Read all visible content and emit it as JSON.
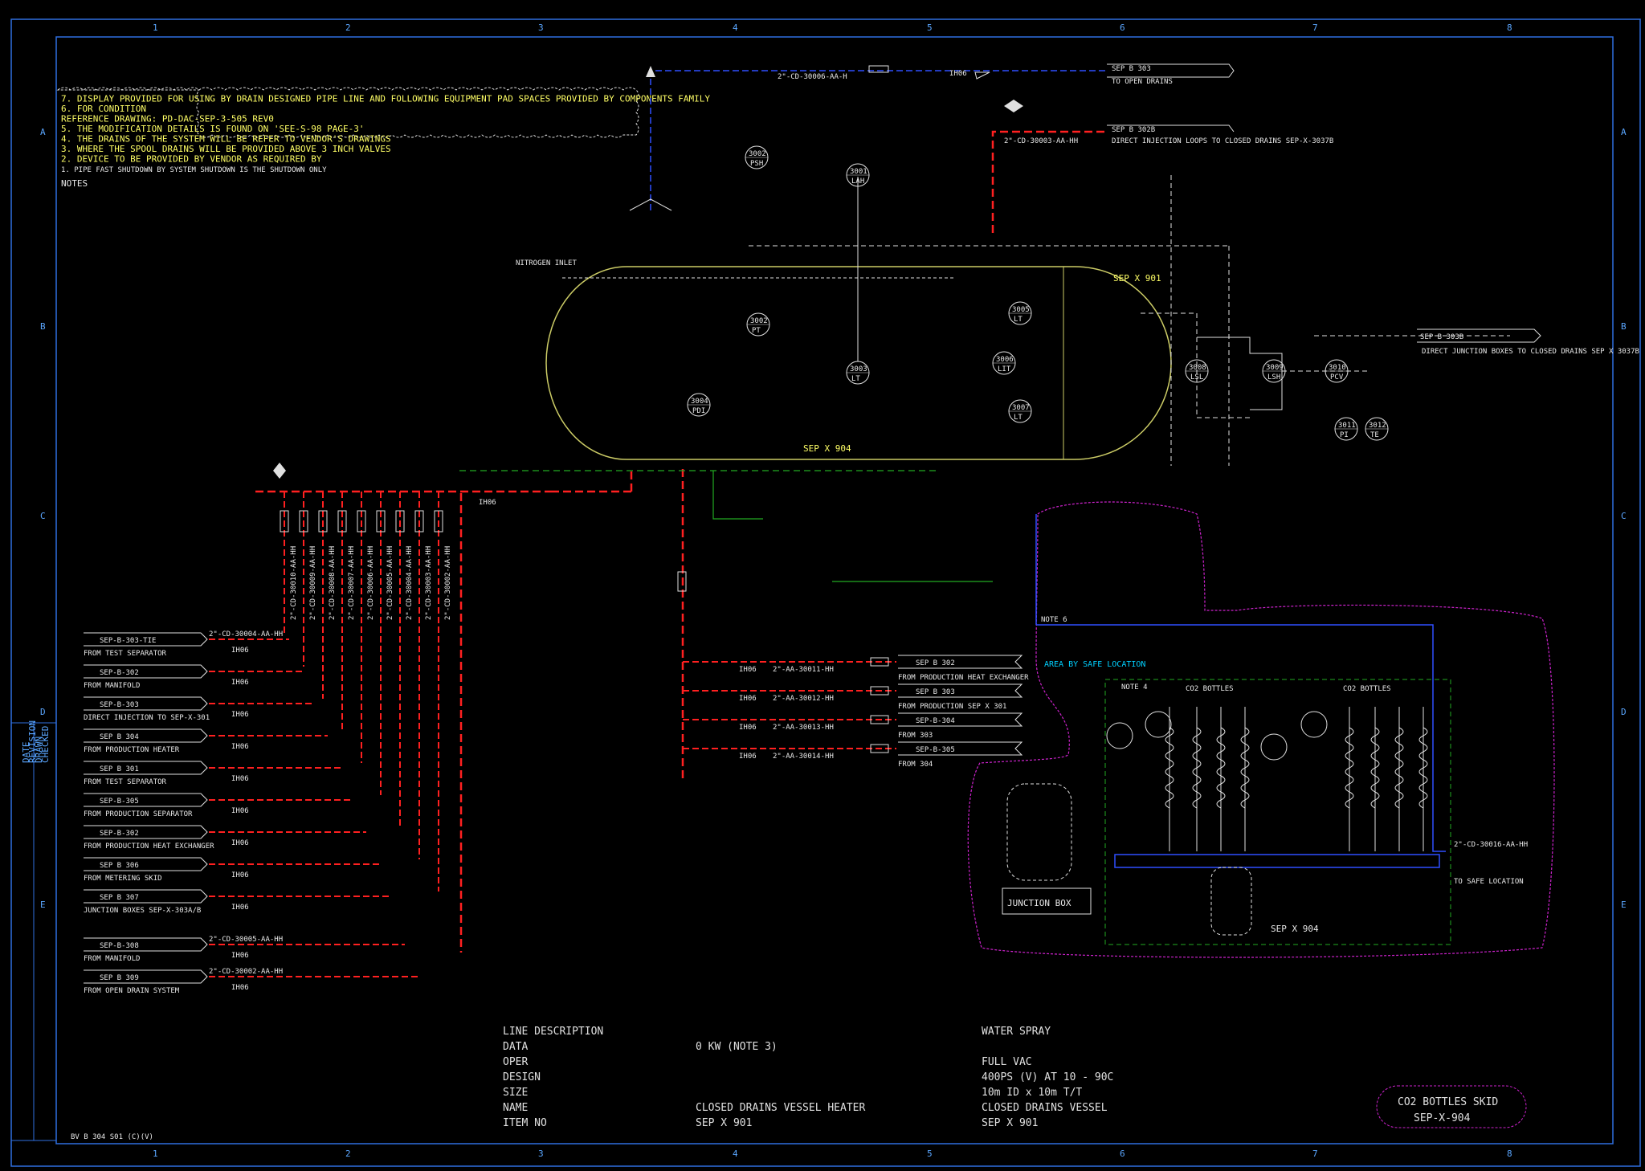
{
  "grid": {
    "columns": [
      "1",
      "2",
      "3",
      "4",
      "5",
      "6",
      "7",
      "8"
    ],
    "rows": [
      "A",
      "B",
      "C",
      "D",
      "E"
    ]
  },
  "notes": {
    "title": "NOTES",
    "lines": [
      "1. PIPE FAST SHUTDOWN BY SYSTEM SHUTDOWN IS THE SHUTDOWN ONLY",
      "2. DEVICE TO BE PROVIDED BY VENDOR AS REQUIRED BY",
      "3. WHERE THE SPOOL DRAINS WILL BE PROVIDED ABOVE 3 INCH VALVES",
      "4. THE DRAINS OF THE SYSTEM WILL BE REFER TO VENDOR'S DRAWINGS",
      "5. THE MODIFICATION DETAILS IS FOUND ON 'SEE-S-98 PAGE-3'",
      "   REFERENCE DRAWING: PD-DAC-SEP-3-505 REV0",
      "6. FOR CONDITION",
      "7. DISPLAY PROVIDED FOR USING BY DRAIN DESIGNED PIPE LINE AND FOLLOWING EQUIPMENT PAD SPACES PROVIDED BY COMPONENTS FAMILY"
    ]
  },
  "vessel": {
    "tag": "SEP X 904",
    "tag_top": "SEP X 901",
    "nozzle_label": "NITROGEN INLET"
  },
  "top_lines": [
    {
      "line": "2\"-CD-30006-AA-H",
      "code": "IH06",
      "dest_tag": "SEP B 303",
      "dest_desc": "TO OPEN DRAINS"
    },
    {
      "line": "2\"-CD-30003-AA-HH",
      "code": "",
      "dest_tag": "SEP B 302B",
      "dest_desc": "DIRECT INJECTION LOOPS TO CLOSED DRAINS SEP-X-3037B"
    }
  ],
  "right_outlet": {
    "dest_tag": "SEP B 303B",
    "desc": "DIRECT JUNCTION BOXES TO CLOSED DRAINS SEP X 3037B"
  },
  "instruments": [
    "3002 PSH",
    "3001 LAH",
    "3002 PT",
    "3003 LT",
    "3004 PDI",
    "3005 LT",
    "3006 LIT",
    "3007 LT",
    "3008 LSL",
    "3009 LSH",
    "3010 PCV",
    "3011 PI",
    "3012 TE"
  ],
  "left_inlets": [
    {
      "tag": "SEP-B-303-TIE",
      "desc": "FROM TEST SEPARATOR",
      "line": "2\"-CD-30004-AA-HH",
      "code": "IH06"
    },
    {
      "tag": "SEP-B-302",
      "desc": "FROM MANIFOLD",
      "line": "",
      "code": "IH06"
    },
    {
      "tag": "SEP-B-303",
      "desc": "DIRECT INJECTION TO SEP-X-301",
      "line": "",
      "code": "IH06"
    },
    {
      "tag": "SEP B 304",
      "desc": "FROM PRODUCTION HEATER",
      "line": "",
      "code": "IH06"
    },
    {
      "tag": "SEP B 301",
      "desc": "FROM TEST SEPARATOR",
      "line": "",
      "code": "IH06"
    },
    {
      "tag": "SEP-B-305",
      "desc": "FROM PRODUCTION SEPARATOR",
      "line": "",
      "code": "IH06"
    },
    {
      "tag": "SEP-B-302",
      "desc": "FROM PRODUCTION HEAT EXCHANGER",
      "line": "",
      "code": "IH06"
    },
    {
      "tag": "SEP B 306",
      "desc": "FROM METERING SKID",
      "line": "",
      "code": "IH06"
    },
    {
      "tag": "SEP B 307",
      "desc": "JUNCTION BOXES SEP-X-303A/B",
      "line": "",
      "code": "IH06"
    },
    {
      "tag": "SEP-B-308",
      "desc": "FROM MANIFOLD",
      "line": "2\"-CD-30005-AA-HH",
      "code": "IH06"
    },
    {
      "tag": "SEP B 309",
      "desc": "FROM OPEN DRAIN SYSTEM",
      "line": "2\"-CD-30002-AA-HH",
      "code": "IH06"
    }
  ],
  "header_lines": [
    "2\"-CD-30010-AA-HH",
    "2\"-CD-30009-AA-HH",
    "2\"-CD-30008-AA-HH",
    "2\"-CD-30007-AA-HH",
    "2\"-CD-30006-AA-HH",
    "2\"-CD-30005-AA-HH",
    "2\"-CD-30004-AA-HH",
    "2\"-CD-30003-AA-HH",
    "2\"-CD-30002-AA-HH"
  ],
  "bottom_inlets": [
    {
      "tag": "SEP B 302",
      "desc": "FROM PRODUCTION HEAT EXCHANGER",
      "line": "2\"-AA-30011-HH",
      "code": "IH06"
    },
    {
      "tag": "SEP B 303",
      "desc": "FROM PRODUCTION SEP X 301",
      "line": "2\"-AA-30012-HH",
      "code": "IH06"
    },
    {
      "tag": "SEP-B-304",
      "desc": "FROM 303",
      "line": "2\"-AA-30013-HH",
      "code": "IH06"
    },
    {
      "tag": "SEP-B-305",
      "desc": "FROM 304",
      "line": "2\"-AA-30014-HH",
      "code": "IH06"
    }
  ],
  "skid": {
    "title": "SEP X 904",
    "junction_box": "JUNCTION BOX",
    "notes": [
      "NOTE 4",
      "NOTE 6"
    ],
    "co2_label": "CO2 BOTTLES",
    "area_label": "AREA BY SAFE LOCATION",
    "safe_location": "TO SAFE LOCATION",
    "vent_line": "2\"-CD-30016-AA-HH"
  },
  "title_block": {
    "left_labels": [
      "ITEM NO",
      "NAME",
      "SIZE",
      "DESIGN",
      "OPER",
      "DATA",
      "LINE DESCRIPTION"
    ],
    "mid_values": [
      "SEP X 901",
      "CLOSED DRAINS VESSEL HEATER",
      "",
      "",
      "",
      "0 KW (NOTE 3)",
      ""
    ],
    "right_values": [
      "SEP X 901",
      "CLOSED DRAINS VESSEL",
      "10m ID x 10m T/T",
      "400PS (V) AT 10 - 90C",
      "FULL VAC",
      "",
      "WATER SPRAY"
    ],
    "box_line1": "CO2 BOTTLES SKID",
    "box_line2": "SEP-X-904"
  },
  "revision_block": [
    "DATE",
    "REVISION",
    "DRAWN",
    "CHECKED"
  ],
  "footer_ref": "BV B 304 S01 (C)(V)"
}
